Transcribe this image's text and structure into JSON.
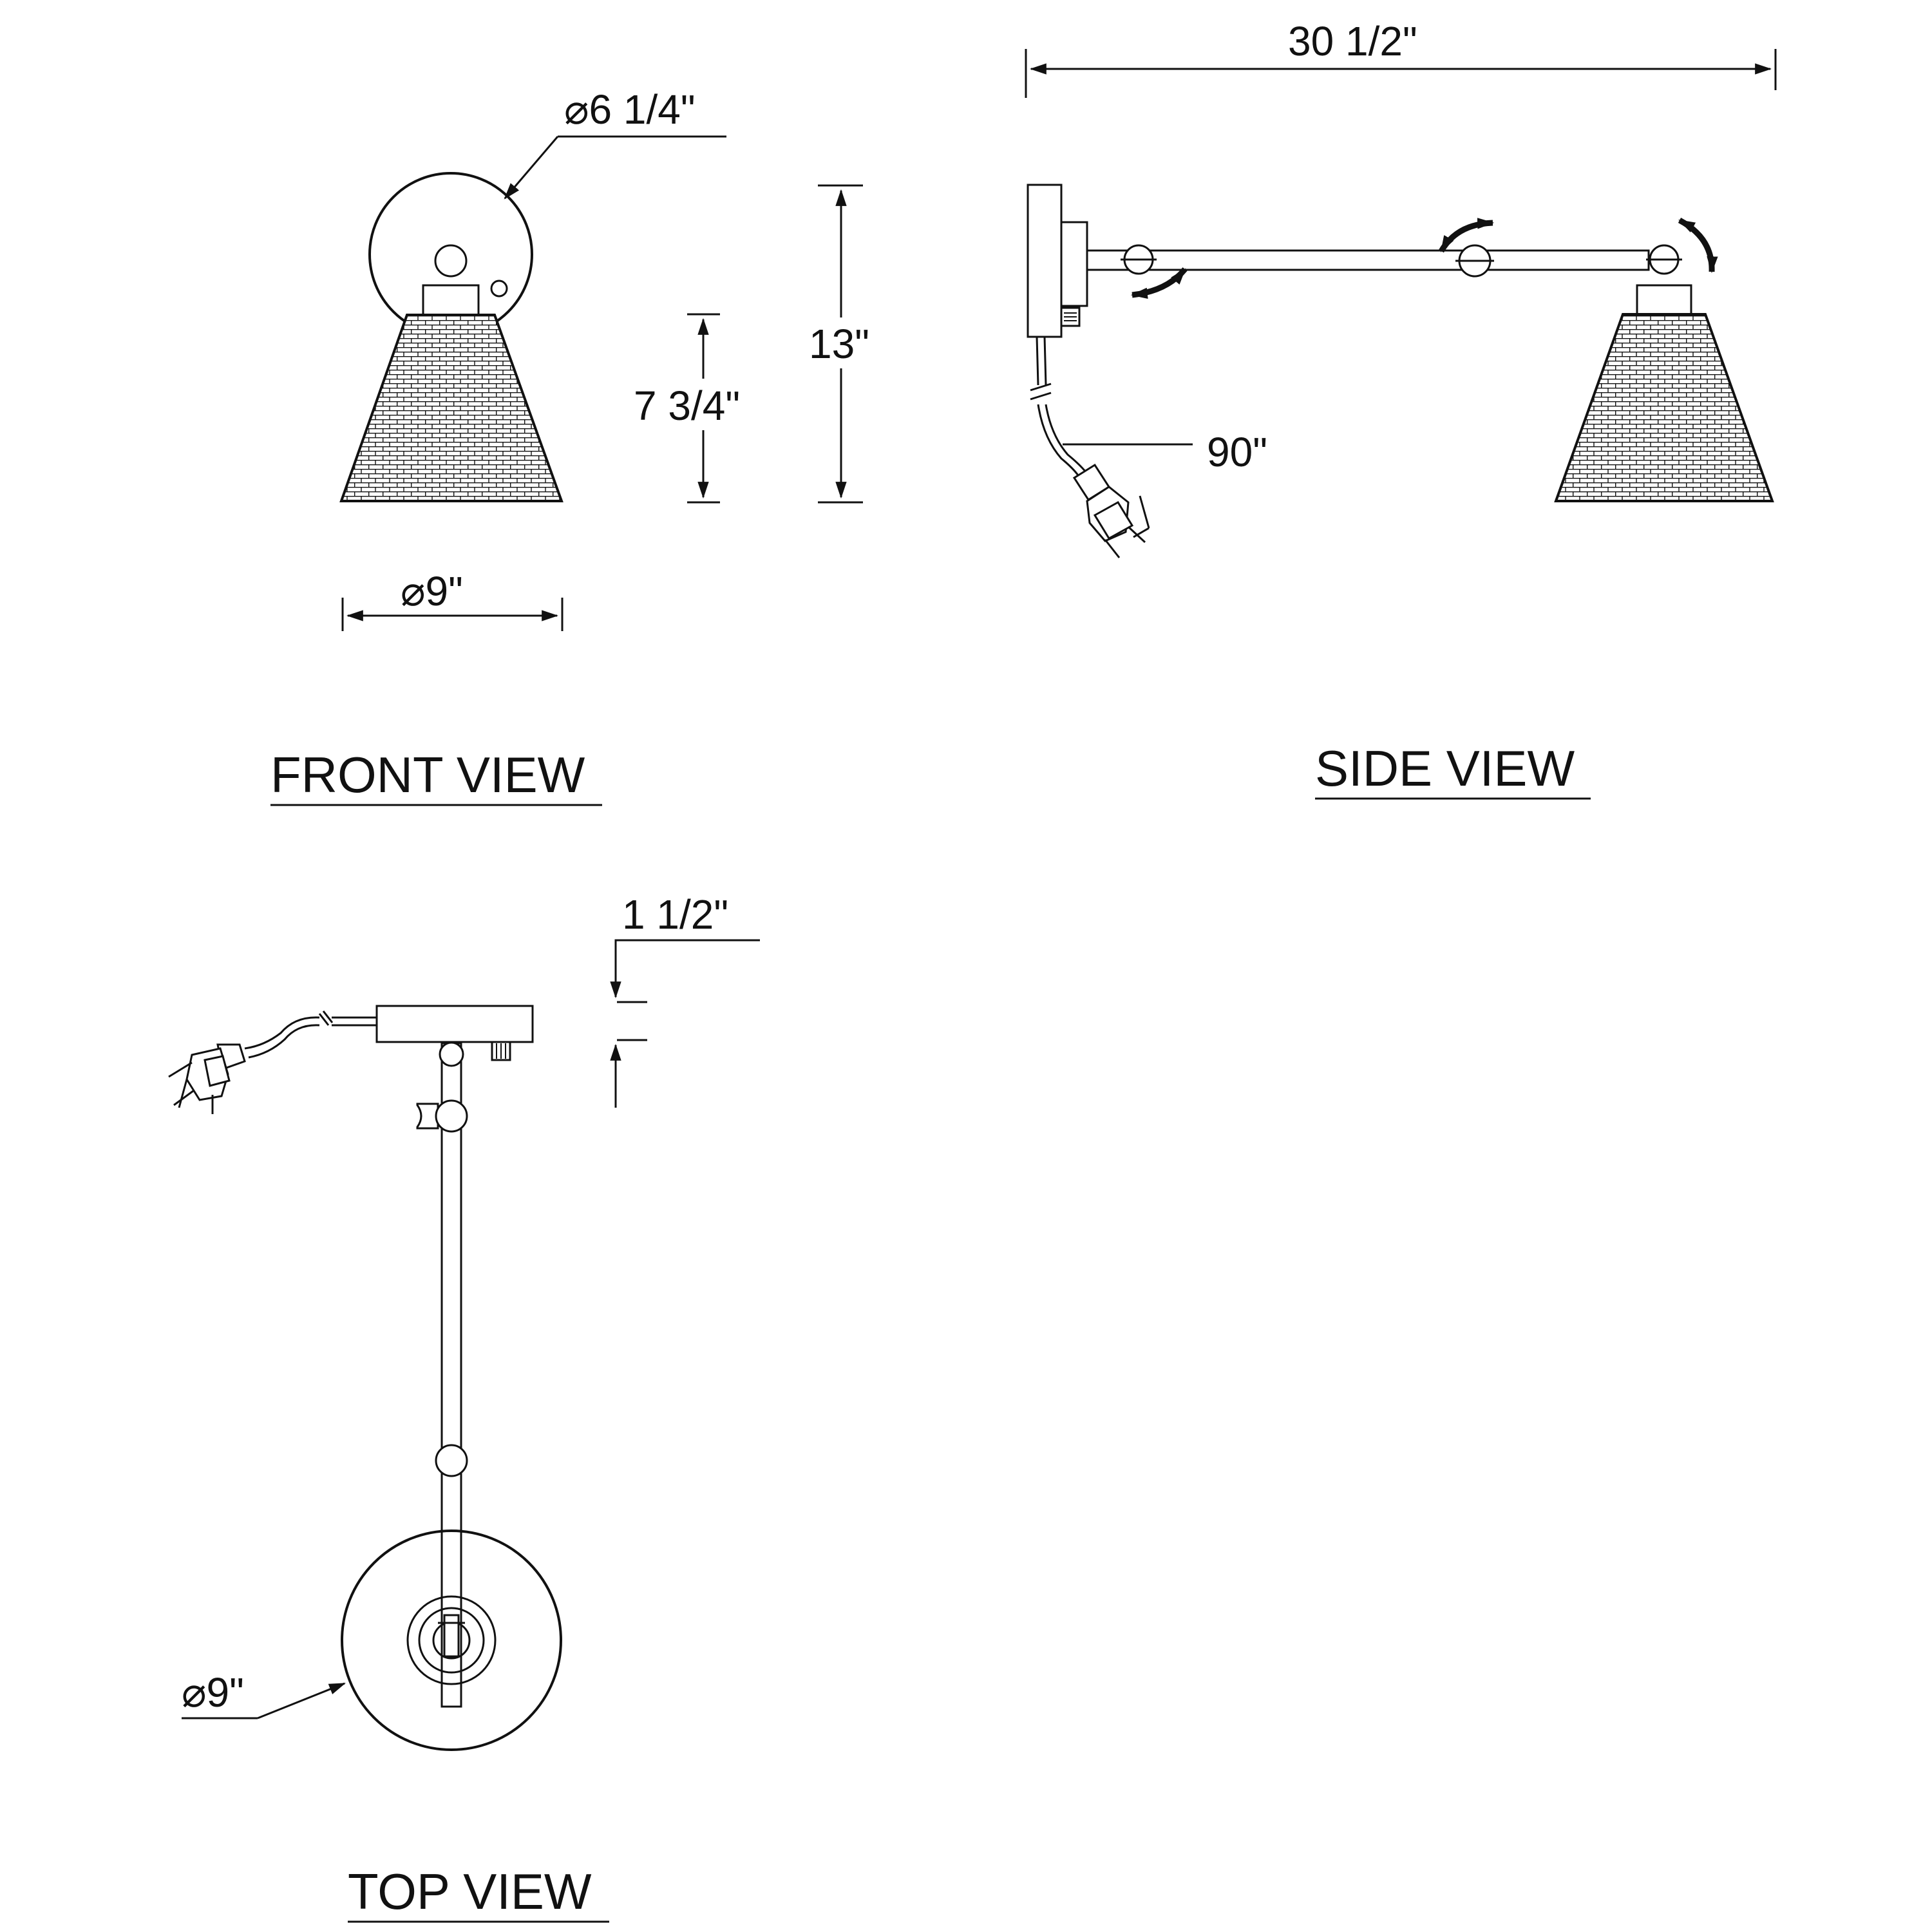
{
  "views": {
    "front": {
      "title": "FRONT VIEW"
    },
    "side": {
      "title": "SIDE VIEW"
    },
    "top": {
      "title": "TOP VIEW"
    }
  },
  "dimensions": {
    "backplate_diameter": "⌀6 1/4\"",
    "overall_height": "13\"",
    "shade_height": "7 3/4\"",
    "shade_diameter_front": "⌀9\"",
    "extension": "30 1/2\"",
    "cord_length": "90\"",
    "depth": "1 1/2\"",
    "shade_diameter_top": "⌀9\""
  }
}
